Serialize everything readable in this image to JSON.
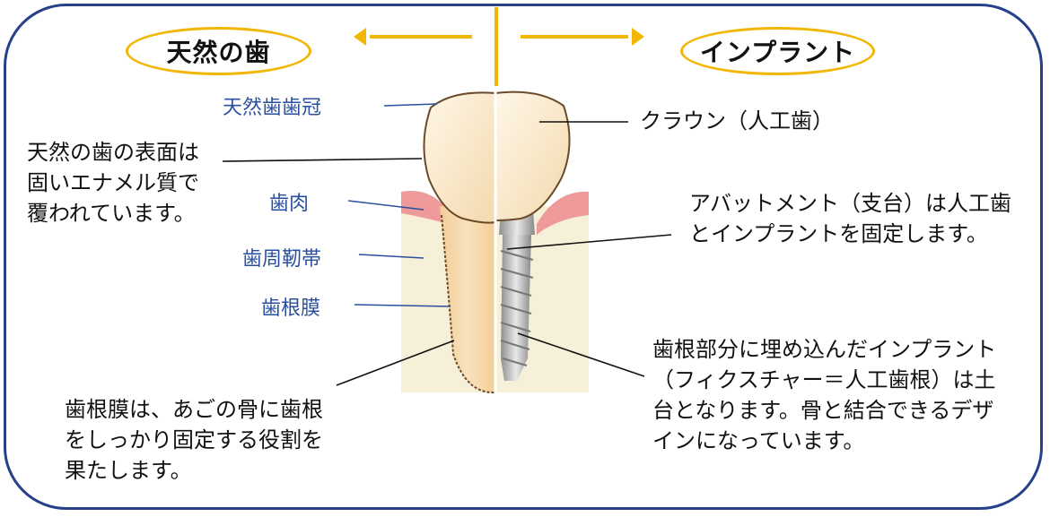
{
  "colors": {
    "frame": "#27408a",
    "accent": "#f2b705",
    "label_blue": "#2a4f9e",
    "text": "#111111"
  },
  "header": {
    "left_title": "天然の歯",
    "right_title": "インプラント"
  },
  "labels": {
    "crown_natural": "天然歯歯冠",
    "gum": "歯肉",
    "pdl_fiber": "歯周靭帯",
    "pdl": "歯根膜"
  },
  "notes": {
    "enamel": "天然の歯の表面は固いエナメル質で覆われています。",
    "root_membrane": "歯根膜は、あごの骨に歯根をしっかり固定する役割を果たします。",
    "crown_implant": "クラウン（人工歯）",
    "abutment": "アバットメント（支台）は人工歯とインプラントを固定します。",
    "fixture": "歯根部分に埋め込んだインプラント（フィクスチャー＝人工歯根）は土台となります。骨と結合できるデザインになっています。"
  }
}
